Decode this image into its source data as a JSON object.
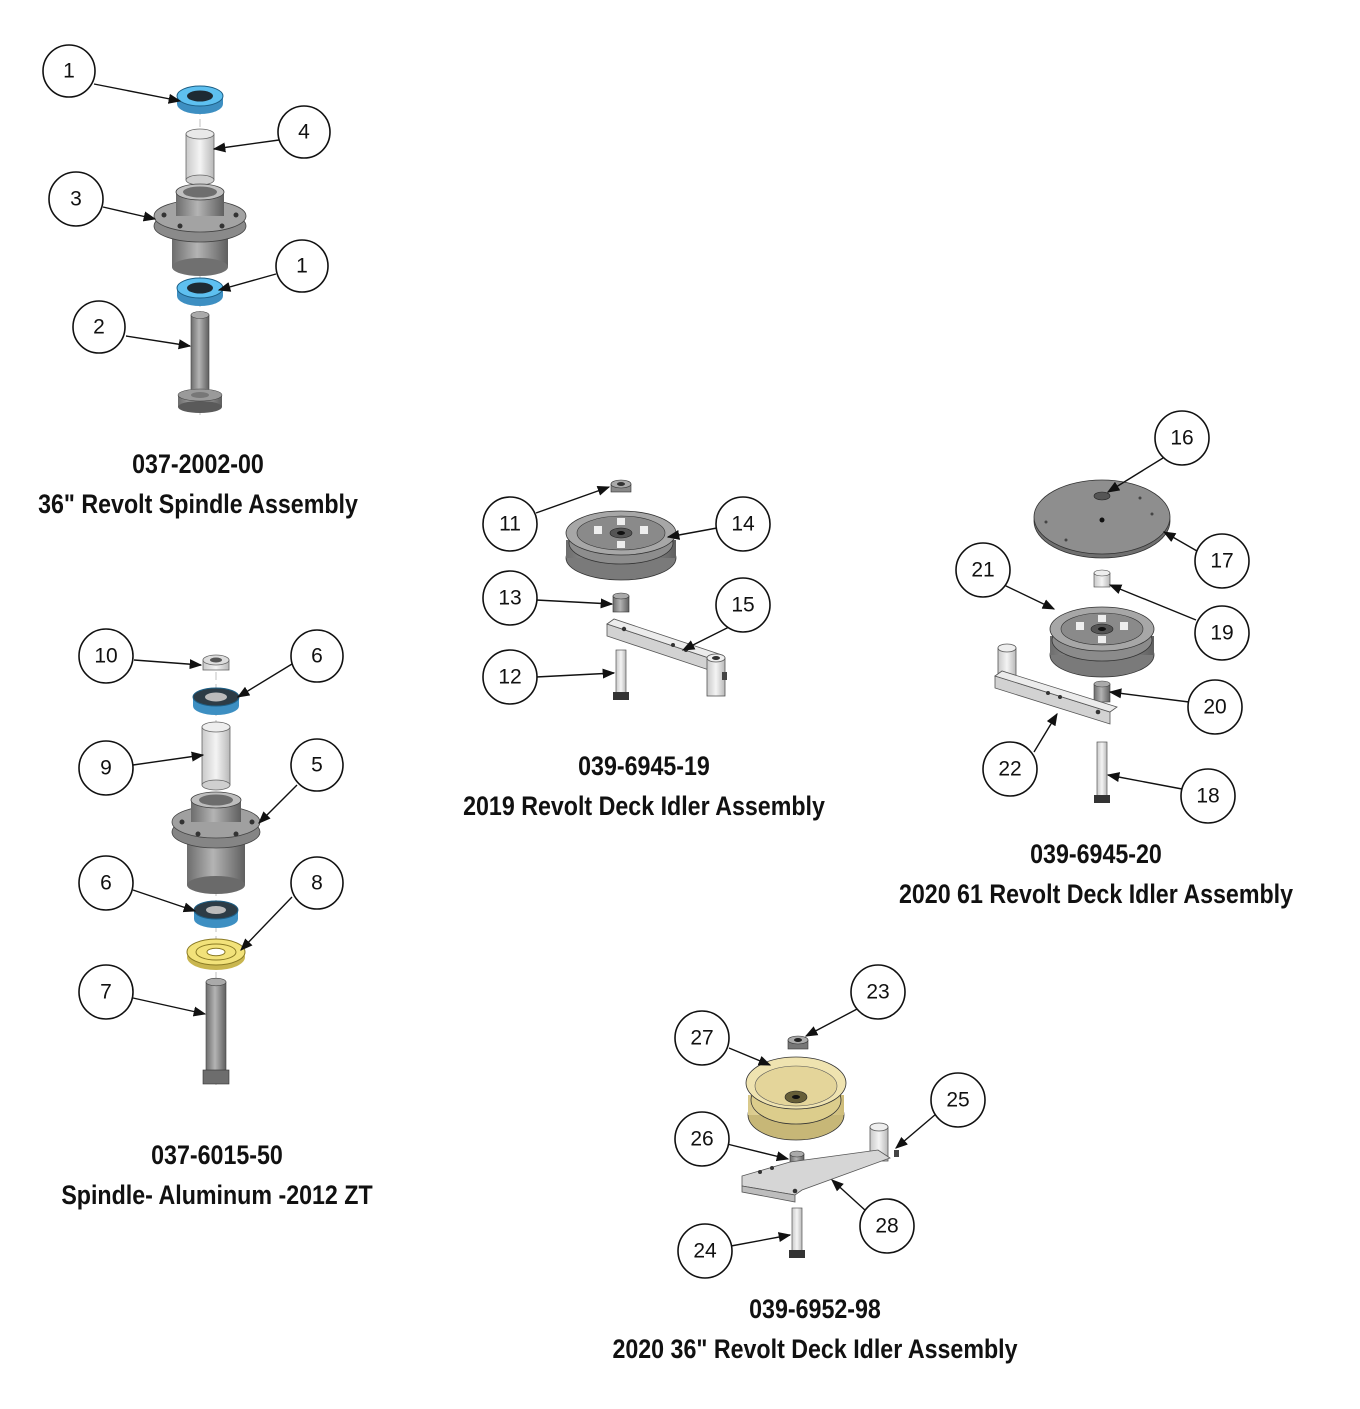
{
  "assemblies": [
    {
      "part_number": "037-2002-00",
      "name": "36\" Revolt Spindle Assembly"
    },
    {
      "part_number": "037-6015-50",
      "name": "Spindle- Aluminum -2012 ZT"
    },
    {
      "part_number": "039-6945-19",
      "name": "2019 Revolt Deck Idler Assembly"
    },
    {
      "part_number": "039-6945-20",
      "name": "2020 61 Revolt Deck Idler Assembly"
    },
    {
      "part_number": "039-6952-98",
      "name": "2020 36\" Revolt Deck Idler Assembly"
    }
  ],
  "callouts": [
    "1",
    "4",
    "3",
    "1",
    "2",
    "10",
    "6",
    "9",
    "5",
    "6",
    "8",
    "7",
    "11",
    "14",
    "13",
    "15",
    "12",
    "16",
    "17",
    "21",
    "19",
    "20",
    "22",
    "18",
    "23",
    "27",
    "25",
    "26",
    "28",
    "24"
  ],
  "colors": {
    "bearing": "#4fb3e8",
    "washer": "#f2e27a",
    "pulley_yellow": "#efe3b0",
    "metal": "#8e8e8e",
    "ink": "#111111"
  }
}
